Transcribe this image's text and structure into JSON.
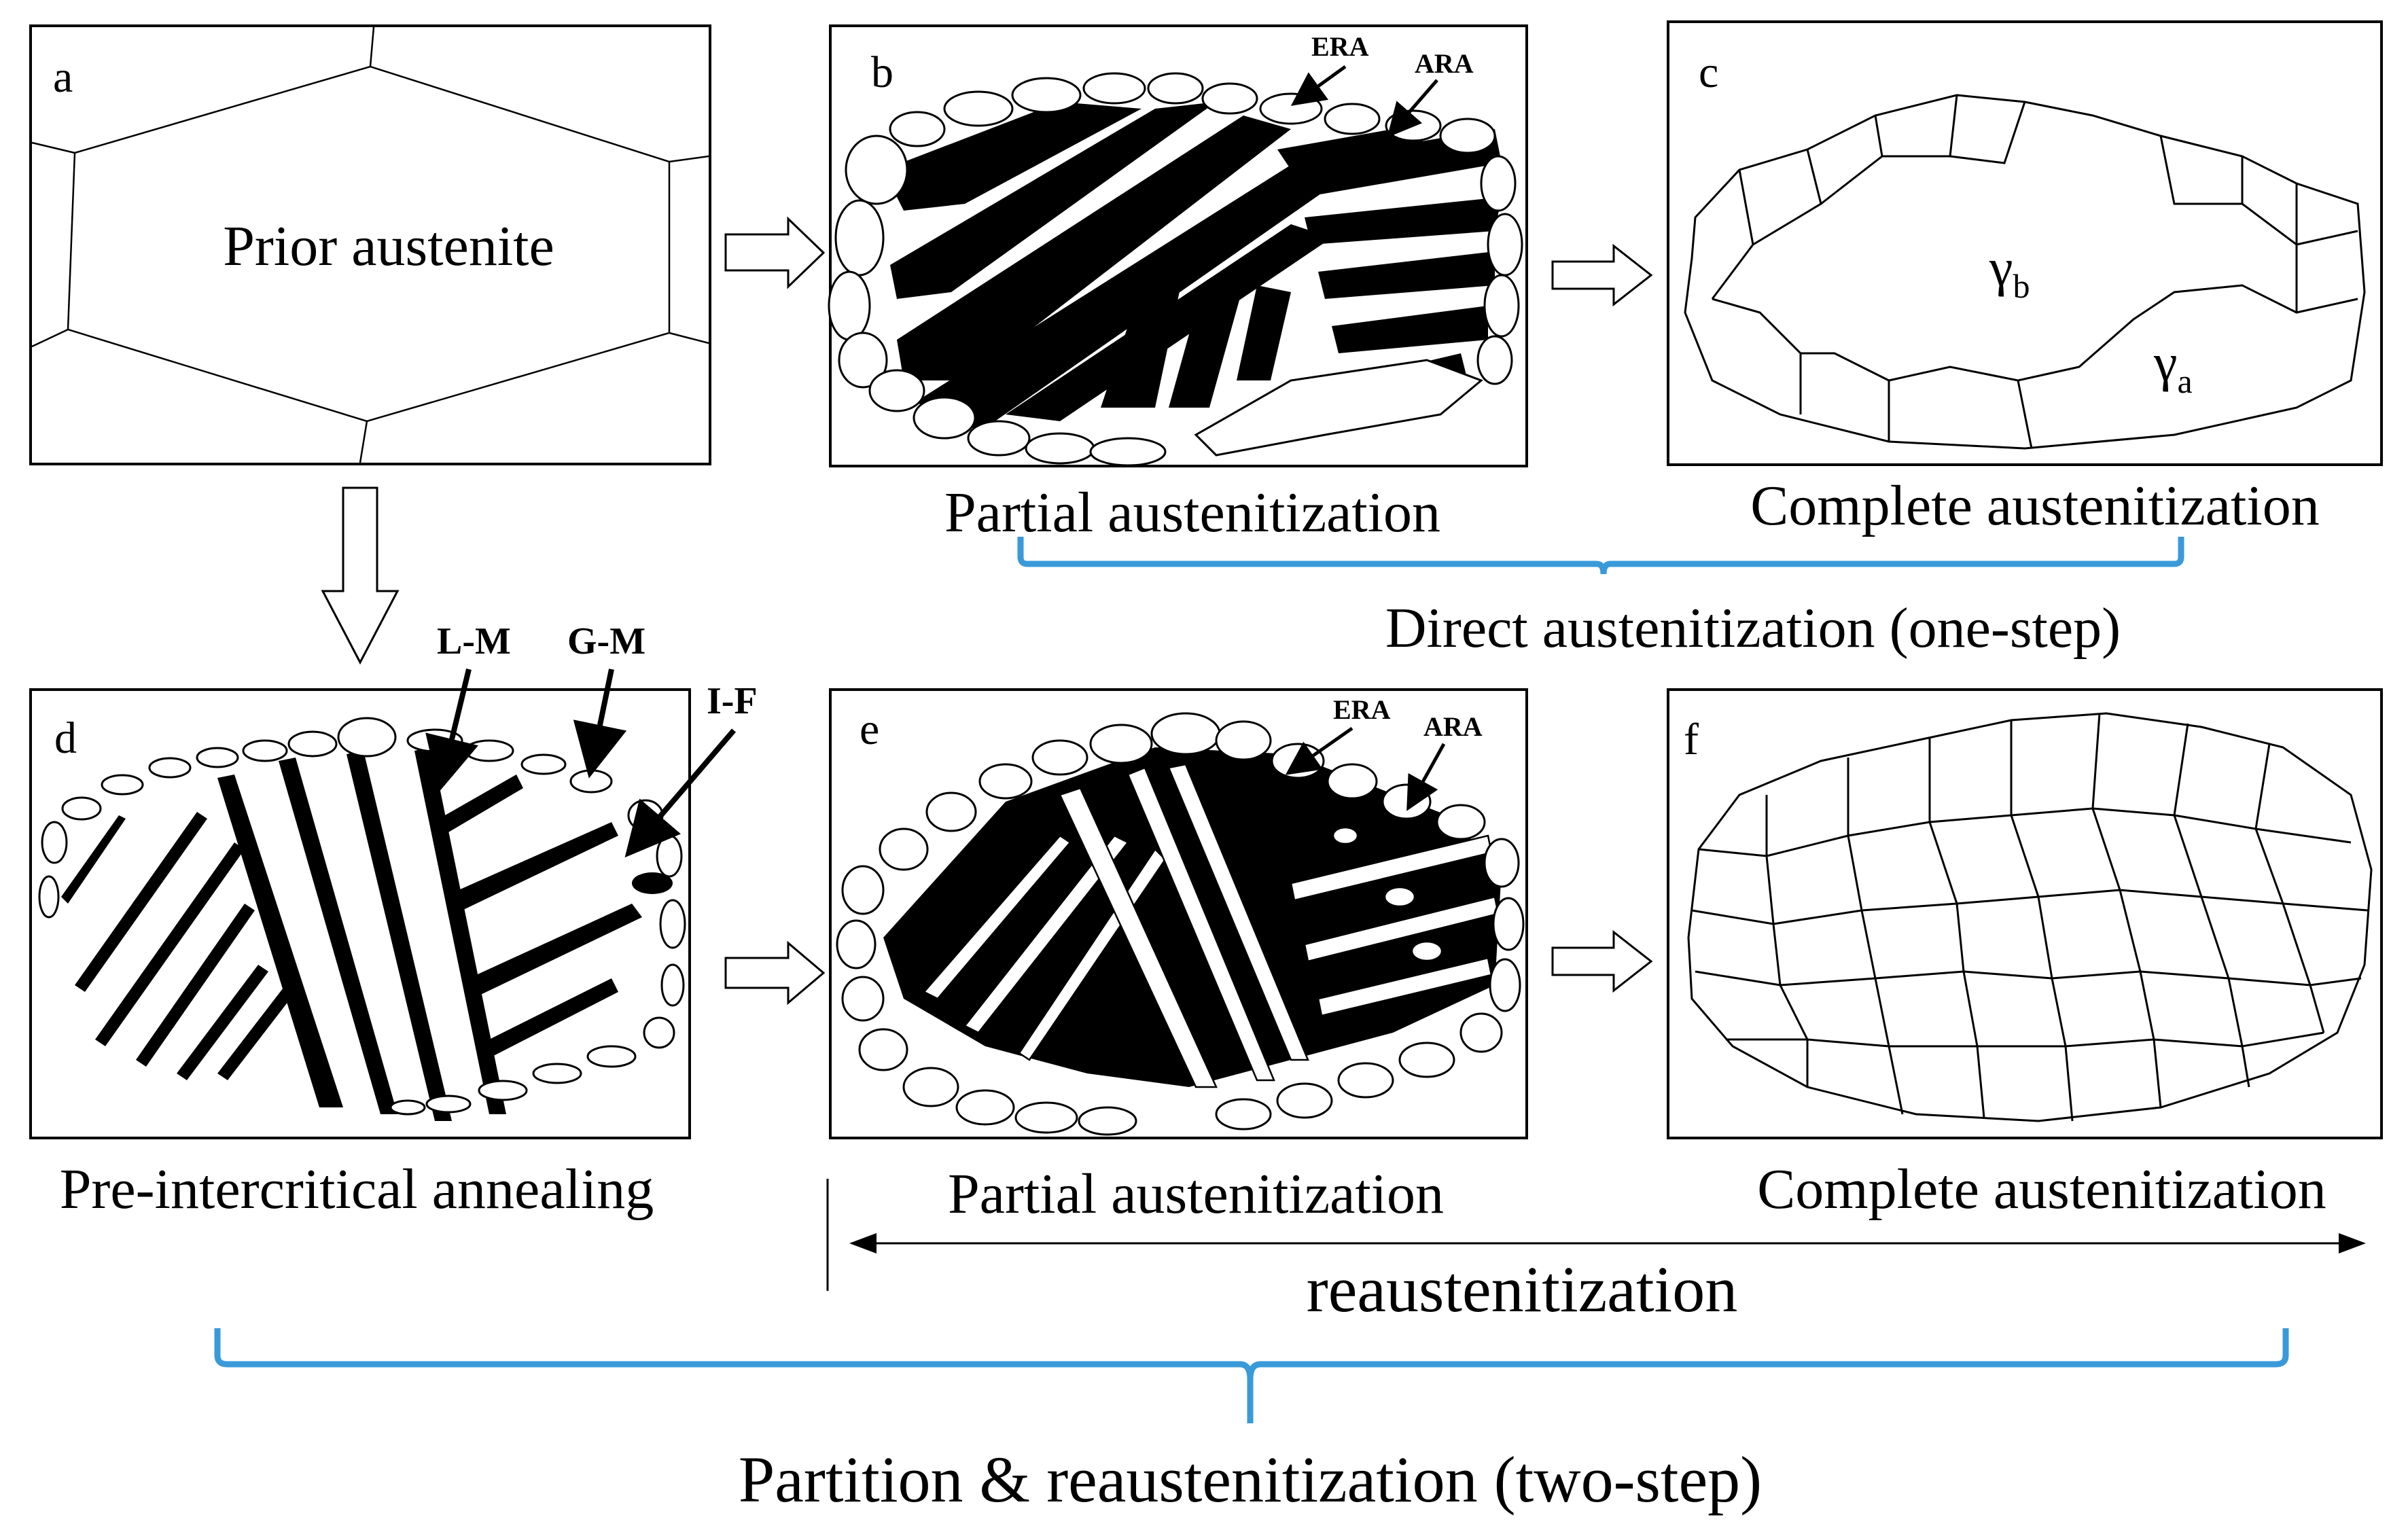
{
  "panels": {
    "a": {
      "letter": "a",
      "label": "Prior austenite"
    },
    "b": {
      "letter": "b",
      "era": "ERA",
      "ara": "ARA"
    },
    "c": {
      "letter": "c",
      "gamma_b": "γ",
      "gamma_b_sub": "b",
      "gamma_a": "γ",
      "gamma_a_sub": "a"
    },
    "d": {
      "letter": "d",
      "lm": "L-M",
      "gm": "G-M",
      "if": "I-F"
    },
    "e": {
      "letter": "e",
      "era": "ERA",
      "ara": "ARA"
    },
    "f": {
      "letter": "f"
    }
  },
  "captions": {
    "b": "Partial austenitization",
    "c": "Complete austenitization",
    "one_step": "Direct austenitization (one-step)",
    "d": "Pre-intercritical annealing",
    "e": "Partial austenitization",
    "f": "Complete austenitization",
    "reaust": "reaustenitization",
    "two_step": "Partition & reaustenitization (two-step)"
  },
  "colors": {
    "bracket": "#3a9ad9",
    "ink": "#000000",
    "background": "#ffffff"
  }
}
